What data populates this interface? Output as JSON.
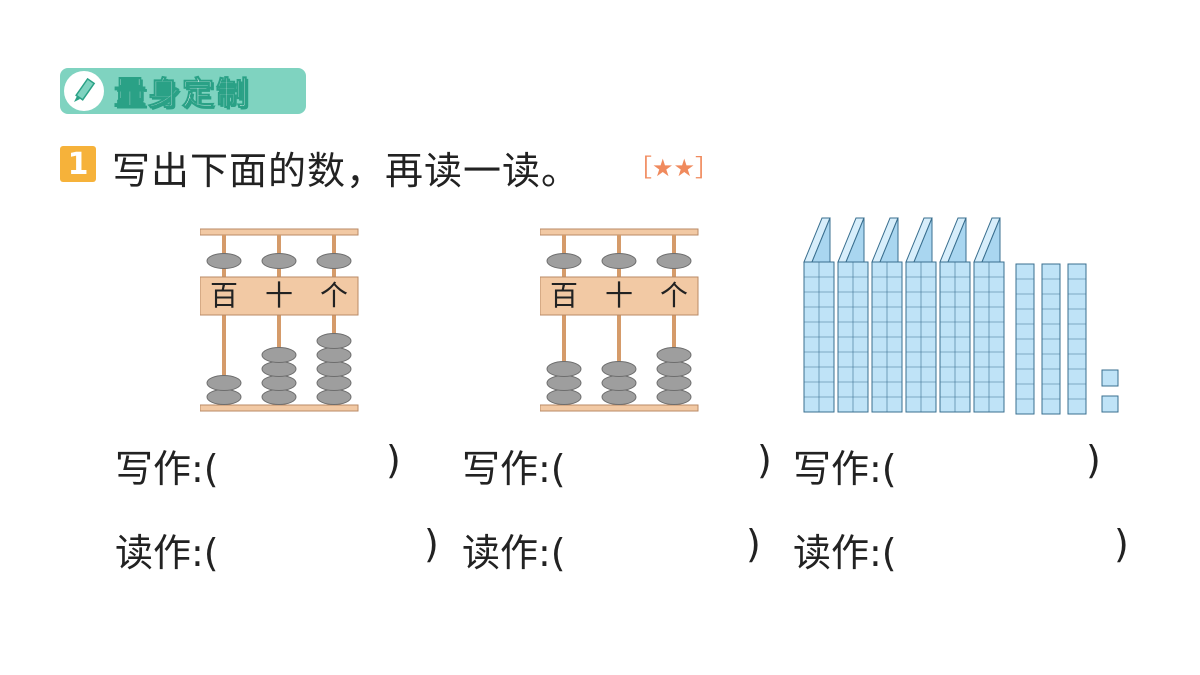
{
  "header": {
    "badge_title": "量身定制",
    "badge_icon": "pencil-icon"
  },
  "question": {
    "number": "1",
    "text": "写出下面的数，再读一读。",
    "difficulty": "［★★］"
  },
  "abacus_labels": [
    "百",
    "十",
    "个"
  ],
  "abaci": [
    {
      "name": "abacus-1",
      "beads": {
        "百": 3,
        "十": 5,
        "个": 6
      }
    },
    {
      "name": "abacus-2",
      "beads": {
        "百": 4,
        "十": 4,
        "个": 5
      }
    }
  ],
  "blocks": {
    "hundreds": 6,
    "tens": 3,
    "ones": 2
  },
  "answers": {
    "write_label": "写作:(",
    "read_label": "读作:(",
    "close": ")"
  },
  "colors": {
    "badge": "#7fd3c0",
    "qnum": "#f6b23a",
    "stars": "#f08a5d",
    "bead": "#9e9e9e",
    "frame": "#f2c9a4",
    "cube": "#bfe3f7"
  }
}
